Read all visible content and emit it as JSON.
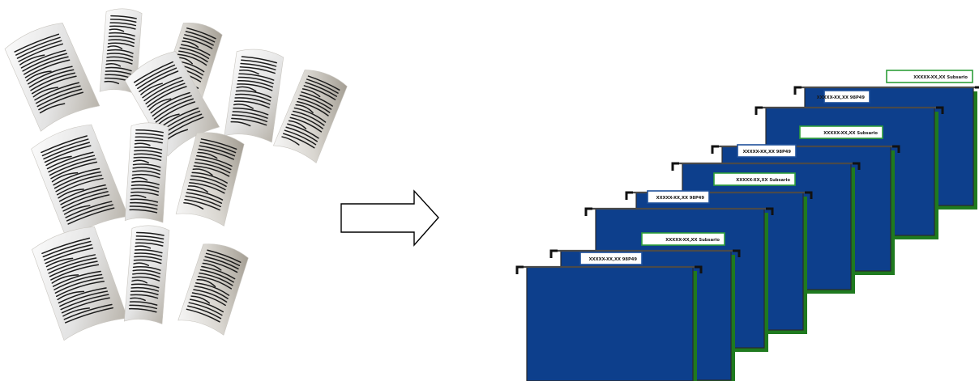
{
  "colors": {
    "background": "#ffffff",
    "paper_light": "#f4f4f4",
    "paper_dark": "#a9a49a",
    "text_line": "#1b1b1b",
    "arrow_stroke": "#000000",
    "folder_fill": "#0d3f8c",
    "folder_edge": "#2b2b2b",
    "folder_shadow": "#1f7a1f",
    "tab_border_green": "#2e9e3a",
    "tab_border_blue": "#1d4f9a",
    "hanger_rail": "#111111"
  },
  "icons": {
    "loose_papers": "document-pile-icon",
    "transform_arrow": "right-arrow-icon",
    "hanging_folders": "hanging-folder-icon"
  },
  "folder_tabs": [
    {
      "label": "XXXXX-XX,XX Subsario",
      "variant": "green"
    },
    {
      "label": "XXXXX-XX,XX 98P49",
      "variant": "blue"
    },
    {
      "label": "XXXXX-XX,XX Subsario",
      "variant": "green"
    },
    {
      "label": "XXXXX-XX,XX 98P49",
      "variant": "blue"
    },
    {
      "label": "XXXXX-XX,XX Subsario",
      "variant": "green"
    },
    {
      "label": "XXXXX-XX,XX 98P49",
      "variant": "blue"
    },
    {
      "label": "XXXXX-XX,XX Subsario",
      "variant": "green"
    },
    {
      "label": "XXXXX-XX,XX 98P49",
      "variant": "blue"
    }
  ]
}
